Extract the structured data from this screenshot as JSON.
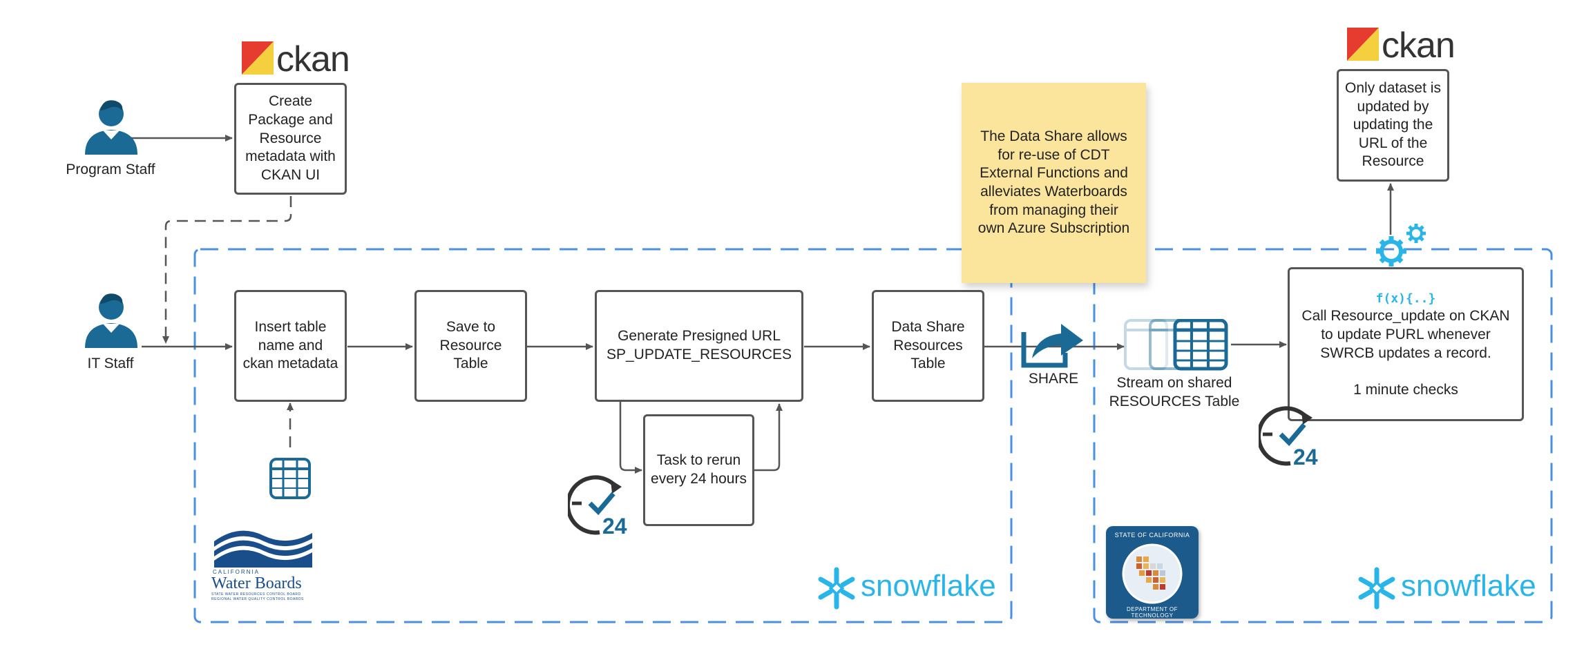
{
  "colors": {
    "box_border": "#555555",
    "dashed_region": "#4a90e2",
    "note_fill": "#fbe59c",
    "person_icon": "#1b6a96",
    "snowflake": "#29b5e8",
    "clock_dark": "#333333",
    "clock_accent": "#1b6a96"
  },
  "actors": {
    "program_staff": "Program Staff",
    "it_staff": "IT Staff"
  },
  "logos": {
    "ckan_left": "ckan",
    "ckan_right": "ckan",
    "snowflake_left": "snowflake",
    "snowflake_right": "snowflake",
    "waterboards": {
      "small": "CALIFORNIA",
      "name": "Water Boards",
      "line1": "STATE WATER RESOURCES CONTROL BOARD",
      "line2": "REGIONAL WATER QUALITY CONTROL BOARDS"
    },
    "cdt": {
      "top": "STATE OF CALIFORNIA",
      "bottom": "DEPARTMENT OF TECHNOLOGY"
    }
  },
  "boxes": {
    "create_package": "Create\nPackage and\nResource\nmetadata with\nCKAN UI",
    "insert_table": "Insert table\nname and\nckan metadata",
    "save_resource": "Save to\nResource\nTable",
    "generate_url": "Generate Presigned URL\nSP_UPDATE_RESOURCES",
    "task_rerun": "Task to rerun\nevery 24 hours",
    "data_share": "Data Share\nResources\nTable",
    "call_update": "Call Resource_update on CKAN\nto update PURL whenever\nSWRCB updates a record.\n\n1 minute checks",
    "call_update_fx": "f(x){..}",
    "only_dataset": "Only dataset is\nupdated by\nupdating the\nURL of the\nResource"
  },
  "note": "The Data Share allows\nfor re-use of CDT\nExternal Functions and\nalleviates Waterboards\nfrom managing their\nown Azure Subscription",
  "share_label": "SHARE",
  "stream_label": "Stream on shared\nRESOURCES Table",
  "clock_number": "24",
  "icons": [
    "person-icon",
    "table-icon",
    "clock-24-icon",
    "share-icon",
    "stream-table-icon",
    "gear-icon",
    "snowflake-icon",
    "ckan-logo-icon"
  ]
}
